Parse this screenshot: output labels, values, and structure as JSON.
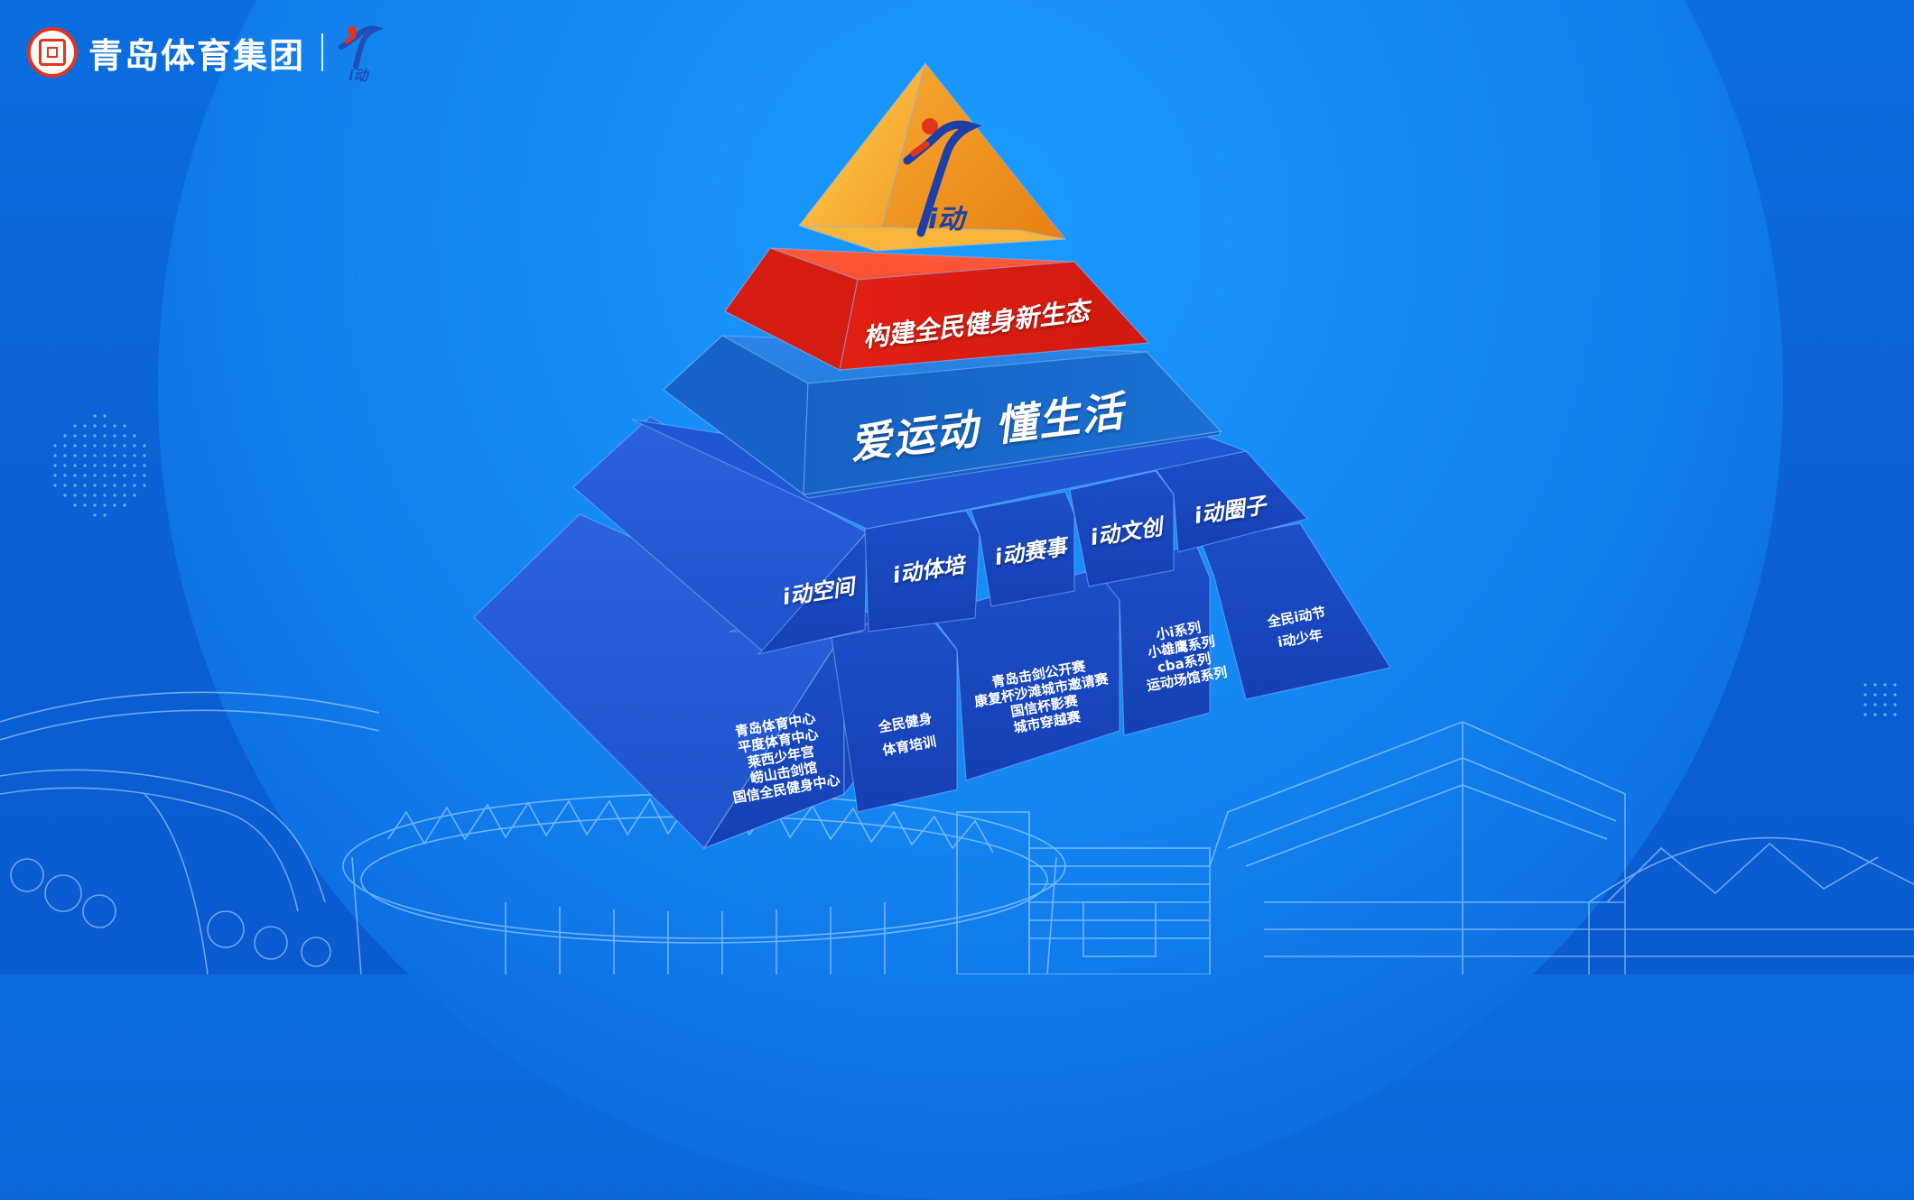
{
  "brand": {
    "company": "青岛体育集团",
    "logo_text": "i动",
    "seal_icon": "seal-icon",
    "accent_red": "#e2331d"
  },
  "pyramid": {
    "apex_logo": "i动",
    "tier_ecology": "构建全民健身新生态",
    "tier_slogan": "爱运动  懂生活",
    "brands": [
      "i动空间",
      "i动体培",
      "i动赛事",
      "i动文创",
      "i动圈子"
    ],
    "bases": [
      [
        "青岛体育中心",
        "平度体育中心",
        "莱西少年宫",
        "崂山击剑馆",
        "国信全民健身中心"
      ],
      [
        "全民健身",
        "体育培训"
      ],
      [
        "青岛击剑公开赛",
        "康复杯沙滩城市邀请赛",
        "国信杯影赛",
        "城市穿越赛"
      ],
      [
        "小i系列",
        "小雄鹰系列",
        "cba系列",
        "运动场馆系列"
      ],
      [
        "全民i动节",
        "i动少年"
      ]
    ],
    "colors": {
      "apex": "#f4a226",
      "ecology": "#e42417",
      "slogan": "#1a6fd0",
      "brand_blocks": "#1747c2",
      "base_blocks": "#123fb4"
    }
  }
}
